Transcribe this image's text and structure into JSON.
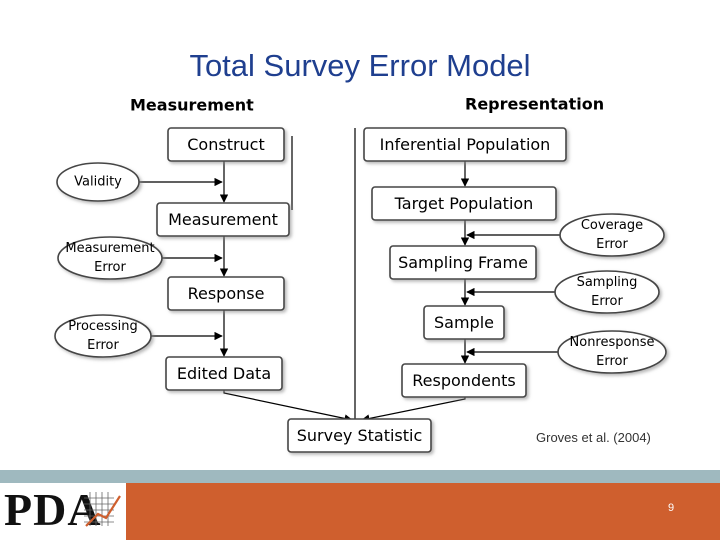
{
  "title": "Total Survey Error Model",
  "diagram": {
    "measurement_header": "Measurement",
    "representation_header": "Representation",
    "measurement_boxes": [
      "Construct",
      "Measurement",
      "Response",
      "Edited Data"
    ],
    "measurement_errors": [
      [
        "Validity"
      ],
      [
        "Measurement",
        "Error"
      ],
      [
        "Processing",
        "Error"
      ]
    ],
    "representation_boxes": [
      "Inferential Population",
      "Target Population",
      "Sampling Frame",
      "Sample",
      "Respondents"
    ],
    "representation_errors": [
      [
        "Coverage",
        "Error"
      ],
      [
        "Sampling",
        "Error"
      ],
      [
        "Nonresponse",
        "Error"
      ]
    ],
    "final_box": "Survey Statistic"
  },
  "citation": "Groves et al. (2004)",
  "footer": {
    "logo_text": "PDA",
    "page_number": "9"
  },
  "colors": {
    "title": "#1f3f8f",
    "footer_orange": "#cf5f2e",
    "footer_strip": "#9fb9bf"
  }
}
